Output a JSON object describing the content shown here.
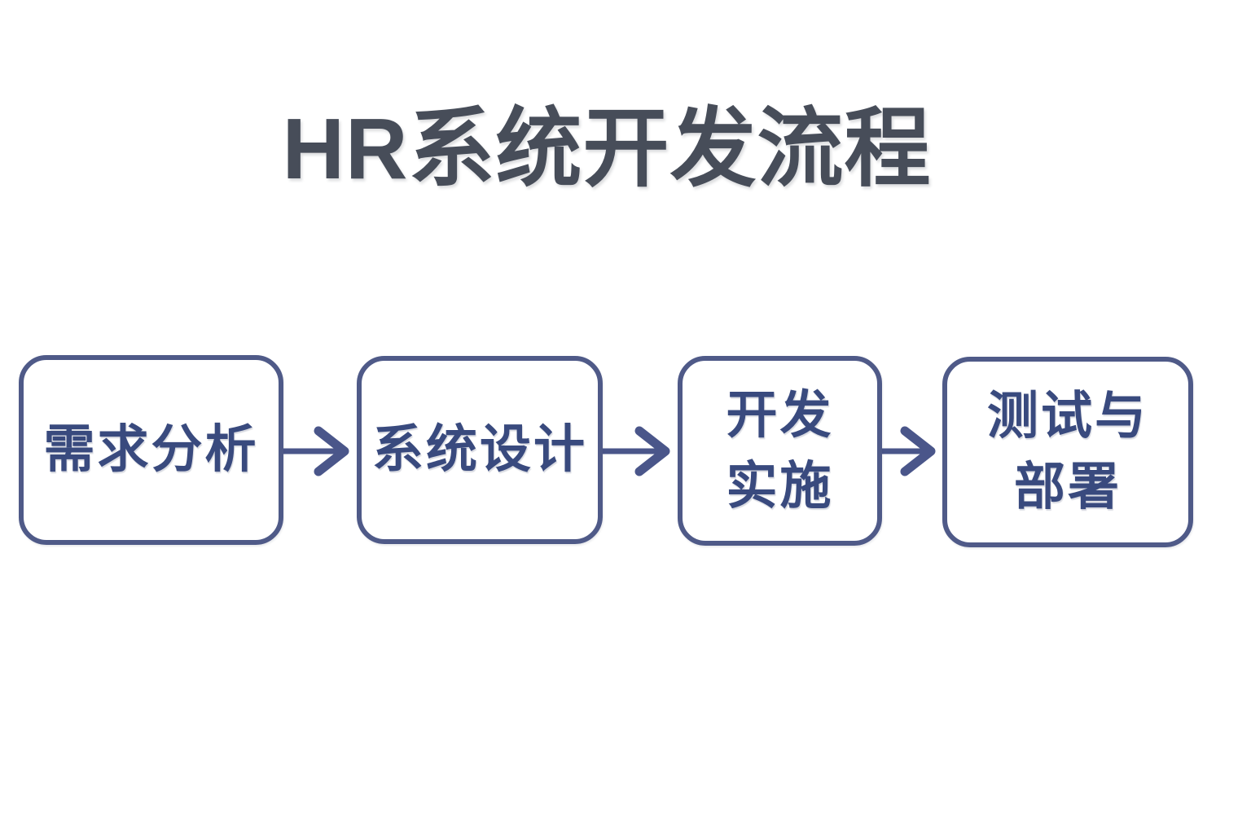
{
  "page": {
    "title": "HR系统开发流程",
    "background_color": "#ffffff"
  },
  "colors": {
    "title_text": "#474d59",
    "box_border": "#4f5a88",
    "box_fill": "#ffffff",
    "box_text": "#394a7e",
    "arrow": "#4a568a"
  },
  "flow": {
    "type": "flowchart",
    "direction": "left-to-right",
    "connector": "arrow-right",
    "steps": [
      {
        "id": "requirements-analysis",
        "label": "需求分析"
      },
      {
        "id": "system-design",
        "label": "系统设计"
      },
      {
        "id": "development-implementation",
        "label": "开发\n实施"
      },
      {
        "id": "testing-and-deployment",
        "label": "测试与\n部署"
      }
    ]
  }
}
